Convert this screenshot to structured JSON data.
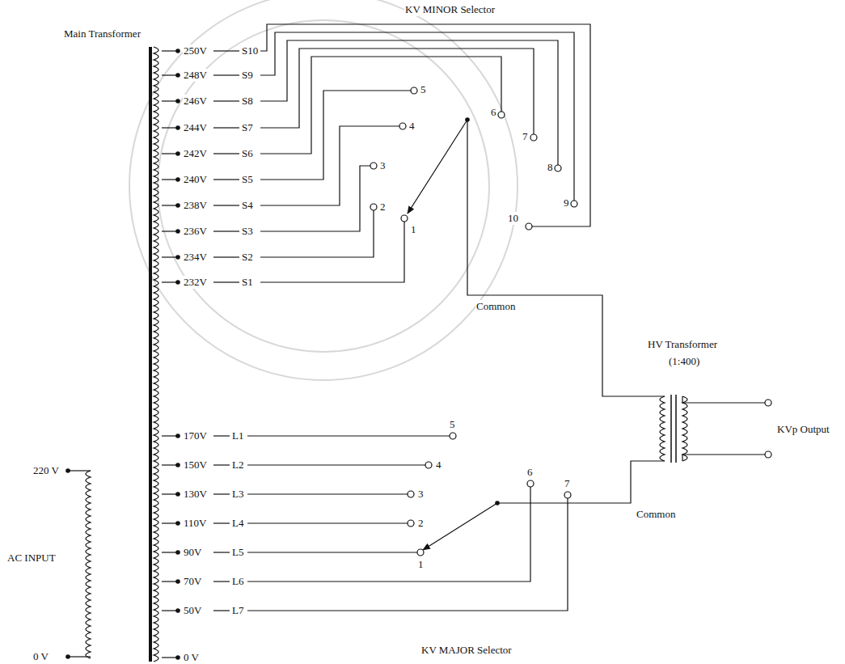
{
  "diagram": {
    "labels": [
      "KV MINOR Selector",
      "Main Transformer",
      "250V",
      "S10",
      "248V",
      "S9",
      "246V",
      "S8",
      "244V",
      "S7",
      "242V",
      "S6",
      "240V",
      "S5",
      "238V",
      "S4",
      "236V",
      "S3",
      "234V",
      "S2",
      "232V",
      "S1",
      "5",
      "6",
      "4",
      "7",
      "3",
      "8",
      "2",
      "9",
      "1",
      "10",
      "Common",
      "HV Transformer",
      "(1:400)",
      "KVp Output",
      "220 V",
      "170V",
      "L1",
      "150V",
      "L2",
      "130V",
      "L3",
      "110V",
      "L4",
      "90V",
      "L5",
      "70V",
      "L6",
      "50V",
      "L7",
      "5",
      "6",
      "4",
      "7",
      "3",
      "2",
      "1",
      "Common",
      "AC INPUT",
      "0 V",
      "0 V",
      "KV MAJOR Selector"
    ]
  }
}
